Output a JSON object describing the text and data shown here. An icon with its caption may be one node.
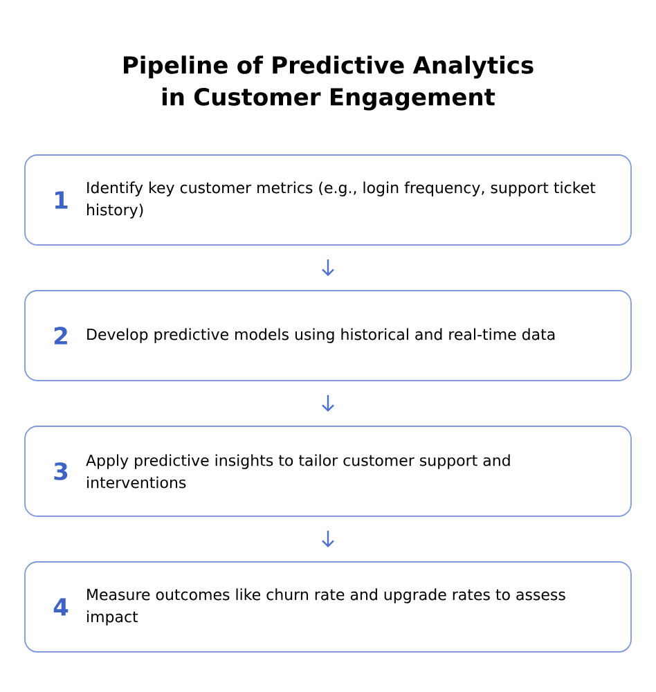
{
  "diagram": {
    "title": "Pipeline of Predictive Analytics in Customer Engagement",
    "nodes": [
      {
        "text": [
          "1",
          "Identify key customer metrics (e.g., login frequency, support ticket history)"
        ]
      },
      {
        "text": [
          "2",
          "Develop predictive models using historical and real-time data"
        ]
      },
      {
        "text": [
          "3",
          "Apply predictive insights to tailor customer support and interventions"
        ]
      },
      {
        "text": [
          "4",
          "Measure outcomes like churn rate and upgrade rates to assess impact"
        ]
      }
    ],
    "edges": [
      {
        "from": 0,
        "to": 1,
        "arrow": "to"
      },
      {
        "from": 1,
        "to": 2,
        "arrow": "to"
      },
      {
        "from": 2,
        "to": 3,
        "arrow": "to"
      }
    ]
  }
}
